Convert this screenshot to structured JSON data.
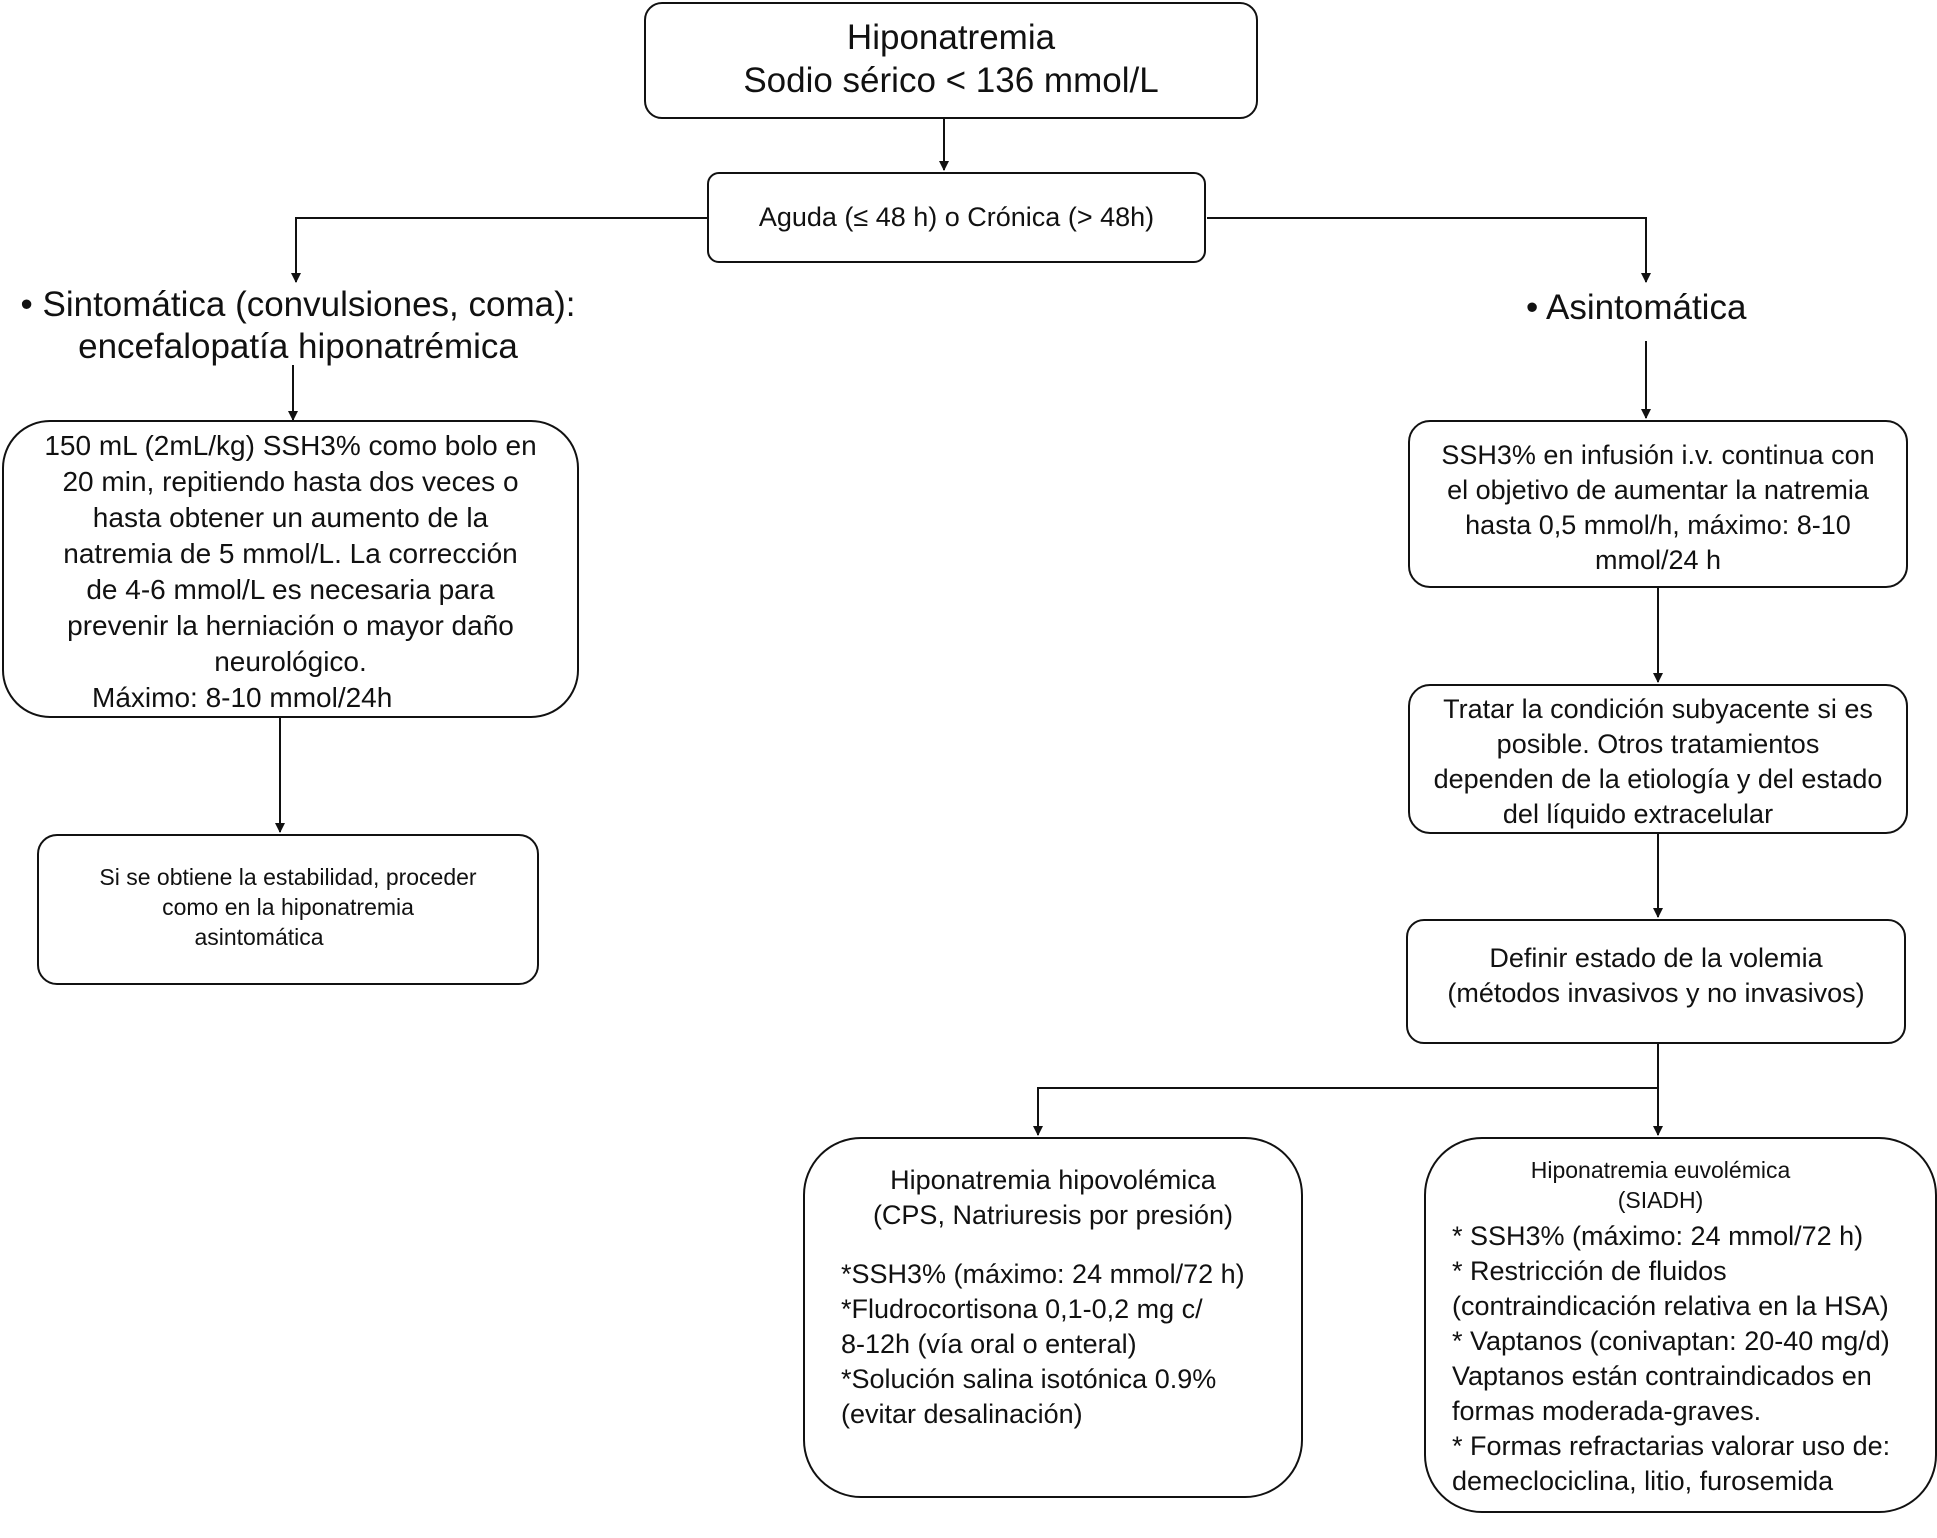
{
  "diagram": {
    "title": {
      "line1": "Hiponatremia",
      "line2": "Sodio sérico < 136 mmol/L"
    },
    "duration": "Aguda (≤ 48 h) o Crónica (> 48h)",
    "symptomatic": {
      "heading_line1": "• Sintomática (convulsiones, coma):",
      "heading_line2": "encefalopatía hiponatrémica",
      "treatment_lines": [
        "150 mL (2mL/kg) SSH3% como bolo en",
        "20 min, repitiendo hasta dos veces o",
        "hasta obtener un aumento de la",
        "natremia de 5 mmol/L. La corrección",
        "de 4-6 mmol/L es necesaria para",
        "prevenir la herniación o mayor daño",
        "neurológico.",
        "Máximo: 8-10 mmol/24h"
      ],
      "stability_lines": [
        "Si se obtiene la estabilidad, proceder",
        "como en la hiponatremia",
        "asintomática"
      ]
    },
    "asymptomatic": {
      "heading": "• Asintomática",
      "infusion_lines": [
        "SSH3% en infusión i.v. continua con",
        "el objetivo de aumentar la natremia",
        "hasta 0,5 mmol/h, máximo: 8-10",
        "mmol/24 h"
      ],
      "underlying_lines": [
        "Tratar la condición subyacente si es",
        "posible. Otros tratamientos",
        "dependen de la etiología y del estado",
        "del líquido extracelular"
      ],
      "volemia_lines": [
        "Definir estado de la volemia",
        "(métodos invasivos y no invasivos)"
      ]
    },
    "hypovolemic": {
      "title_line1": "Hiponatremia hipovolémica",
      "title_line2": "(CPS, Natriuresis por presión)",
      "items": [
        "*SSH3% (máximo: 24 mmol/72 h)",
        "*Fludrocortisona 0,1-0,2 mg c/",
        "8-12h (vía oral o enteral)",
        "*Solución salina isotónica 0.9%",
        "(evitar desalinación)"
      ]
    },
    "euvolemic": {
      "title_line1": "Hiponatremia euvolémica",
      "title_line2": "(SIADH)",
      "items": [
        "* SSH3% (máximo: 24 mmol/72 h)",
        "* Restricción de fluidos",
        "(contraindicación relativa en la HSA)",
        "* Vaptanos (conivaptan: 20-40 mg/d)",
        "Vaptanos están contraindicados en",
        "formas moderada-graves.",
        "* Formas refractarias valorar uso de:",
        "demeclociclina, litio, furosemida"
      ]
    }
  }
}
